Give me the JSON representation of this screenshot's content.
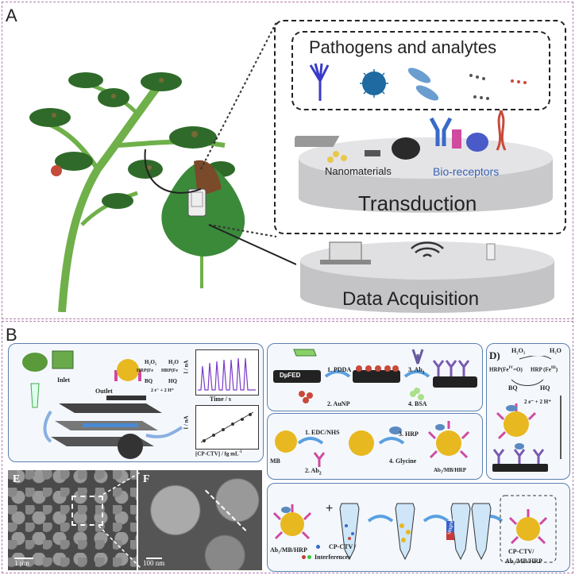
{
  "panelA": {
    "label": "A",
    "pathogens_title": "Pathogens and analytes",
    "nanomaterials": "Nanomaterials",
    "bioreceptors": "Bio-receptors",
    "transduction": "Transduction",
    "data_acquisition": "Data Acquisition"
  },
  "panelB": {
    "label": "B",
    "fluidic": {
      "inlet": "Inlet",
      "outlet": "Outlet",
      "y1": "I / nA",
      "x1": "Time / s",
      "y2": "I / nA",
      "x2": "[CP-CTV] / fg mL",
      "x2_sup": "-1",
      "h2o2": "H₂O₂",
      "h2o": "H₂O",
      "hrp_left": "HRP(Fe",
      "hrp_right": "HRP(Fe",
      "bq": "BQ",
      "hq": "HQ",
      "electrons": "2 e⁻ + 2 H⁺"
    },
    "steps1": {
      "electrode": "DµFED",
      "s1": "1. PDDA",
      "s2": "2. AuNP",
      "s3": "3. Ab",
      "s3_sub": "1",
      "s4": "4. BSA"
    },
    "steps2": {
      "mb": "MB",
      "s1": "1. EDC/NHS",
      "s2": "2. Ab",
      "s2_sub": "2",
      "s3": "3. HRP",
      "s4": "4. Glycine",
      "product": "Ab₂/MB/HRP"
    },
    "panelD": {
      "label": "D)",
      "h2o2": "H₂O₂",
      "h2o": "H₂O",
      "hrp1": "HRP(Fe",
      "hrp1_sup": "IV",
      "hrp1_end": "=O)",
      "hrp2": "HRP (Fe",
      "hrp2_sup": "III",
      "hrp2_end": ")",
      "bq": "BQ",
      "hq": "HQ",
      "electrons": "2 e⁻ + 2 H⁺"
    },
    "bottom": {
      "left_label": "Ab₂/MB/HRP",
      "plus": "+",
      "cp_label": "CP-CTV /",
      "interferences": "Interferences",
      "magnet": "Magnet",
      "right_label1": "CP-CTV/",
      "right_label2": "Ab₂/MB/HRP"
    },
    "sem": {
      "E": "E",
      "F": "F",
      "scaleE": "1 µm",
      "scaleF": "100 nm"
    }
  },
  "colors": {
    "border": "#b07ab0",
    "accent_blue": "#3a62b0",
    "box_border": "#5a7fb0"
  }
}
